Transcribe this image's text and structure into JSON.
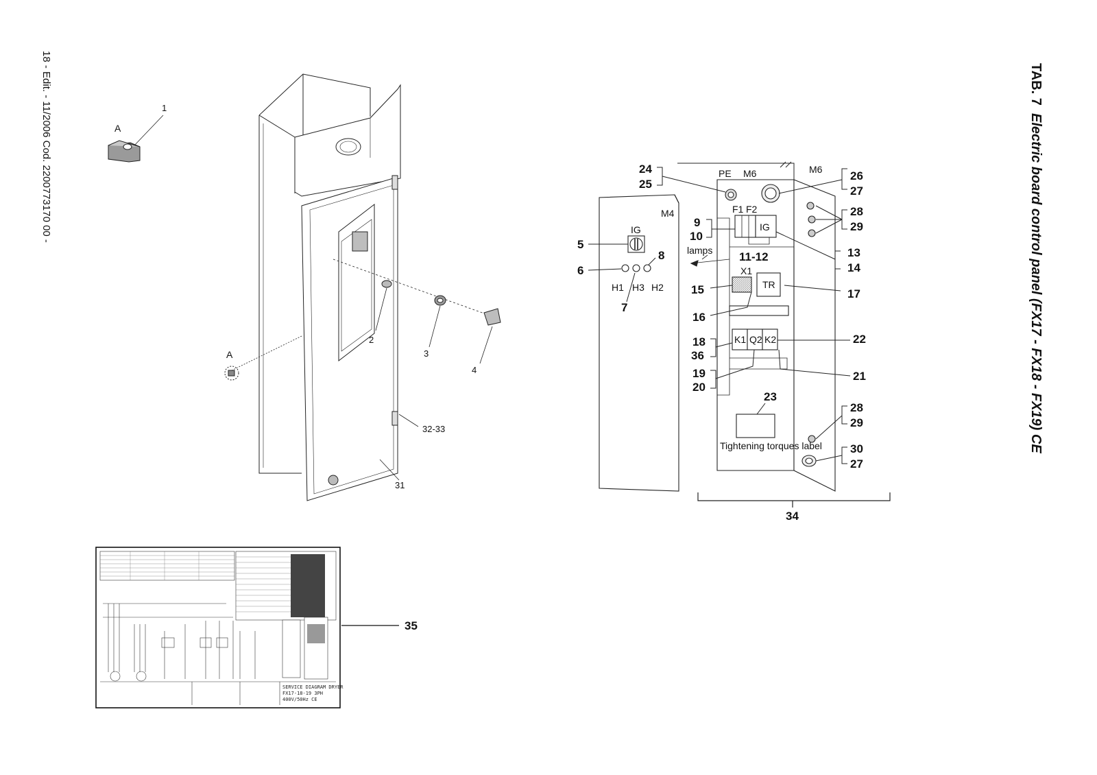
{
  "side_note": "18 - Edit. - 11/2006 Cod. 2200773170 00 -",
  "title": {
    "tab": "TAB. 7",
    "text": "Electric board control panel (FX17 - FX18 - FX19) CE"
  },
  "left_view": {
    "detail_marker": "A",
    "callouts": [
      "1",
      "2",
      "3",
      "4",
      "A",
      "32-33",
      "31"
    ]
  },
  "right_view": {
    "component_labels": [
      "PE",
      "M6",
      "M6",
      "M4",
      "IG",
      "IG",
      "F1",
      "F2",
      "lamps",
      "H1",
      "H3",
      "H2",
      "X1",
      "TR",
      "K1",
      "Q2",
      "K2"
    ],
    "label_note": "Tightening torques label",
    "callouts": [
      "24",
      "25",
      "26",
      "27",
      "28",
      "29",
      "9",
      "10",
      "5",
      "6",
      "7",
      "8",
      "11-12",
      "13",
      "14",
      "15",
      "16",
      "17",
      "18",
      "36",
      "19",
      "20",
      "21",
      "22",
      "23",
      "28",
      "29",
      "30",
      "27",
      "34"
    ]
  },
  "wiring_diagram": {
    "callout": "35",
    "title_block": [
      "SERVICE DIAGRAM DRYER",
      "FX17-18-19 3PH",
      "400V/50Hz CE"
    ]
  }
}
